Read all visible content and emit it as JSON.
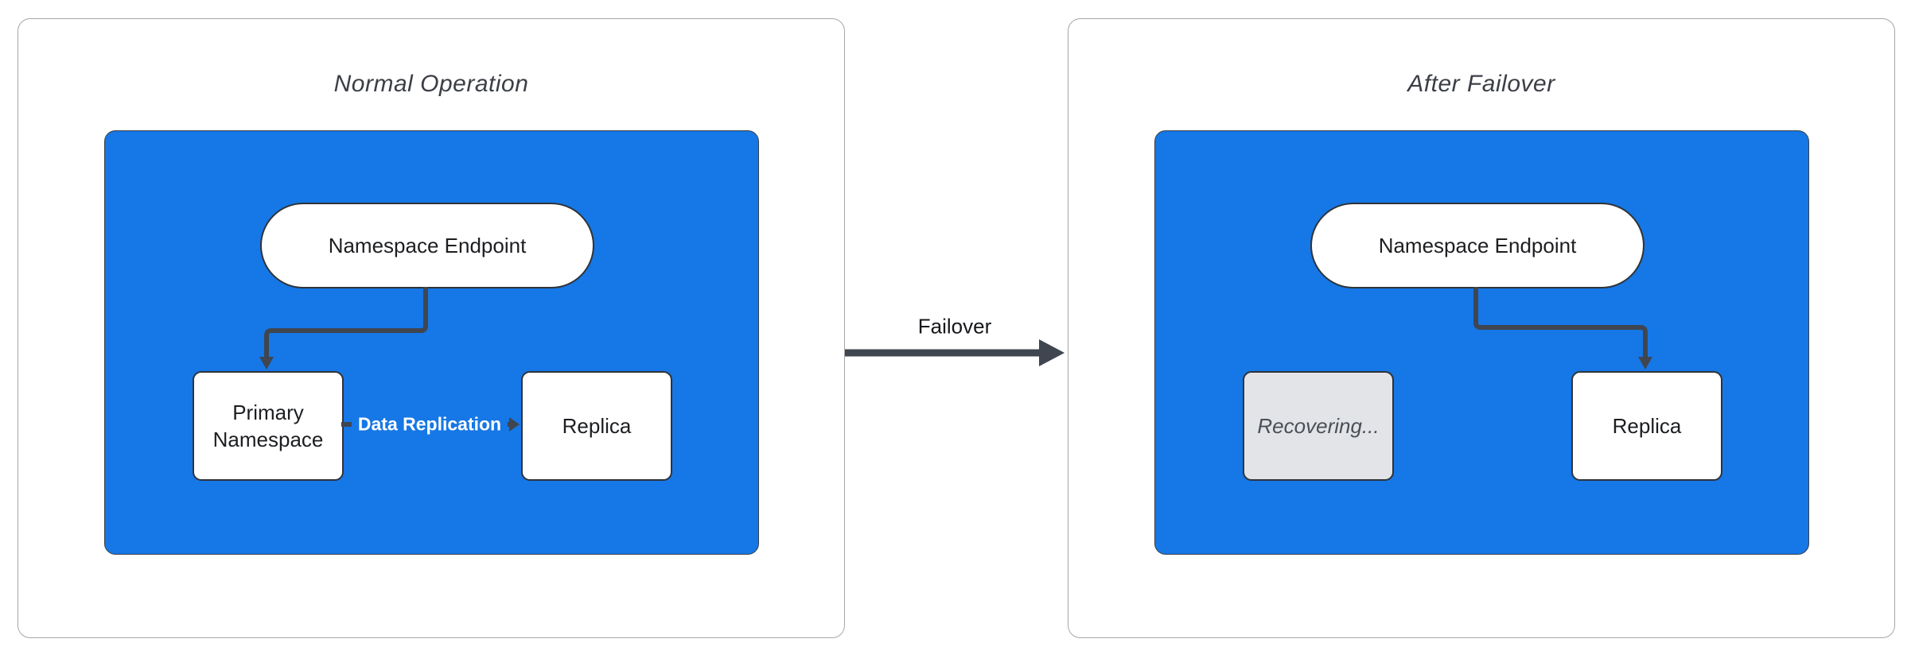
{
  "panels": [
    {
      "title": "Normal Operation",
      "nodes": {
        "endpoint": "Namespace Endpoint",
        "primary": "Primary Namespace",
        "replica": "Replica"
      },
      "edge_label": "Data Replication"
    },
    {
      "title": "After Failover",
      "nodes": {
        "endpoint": "Namespace Endpoint",
        "recovering": "Recovering...",
        "replica": "Replica"
      }
    }
  ],
  "transition": {
    "label": "Failover"
  },
  "colors": {
    "container_blue": "#1677e6",
    "connector_dark": "#3f4650",
    "node_border": "#2f3338",
    "recovering_fill": "#e2e4e7",
    "recovering_text": "#4a4f57",
    "panel_border": "#a6a6a6",
    "edge_label_text": "#ffffff"
  }
}
